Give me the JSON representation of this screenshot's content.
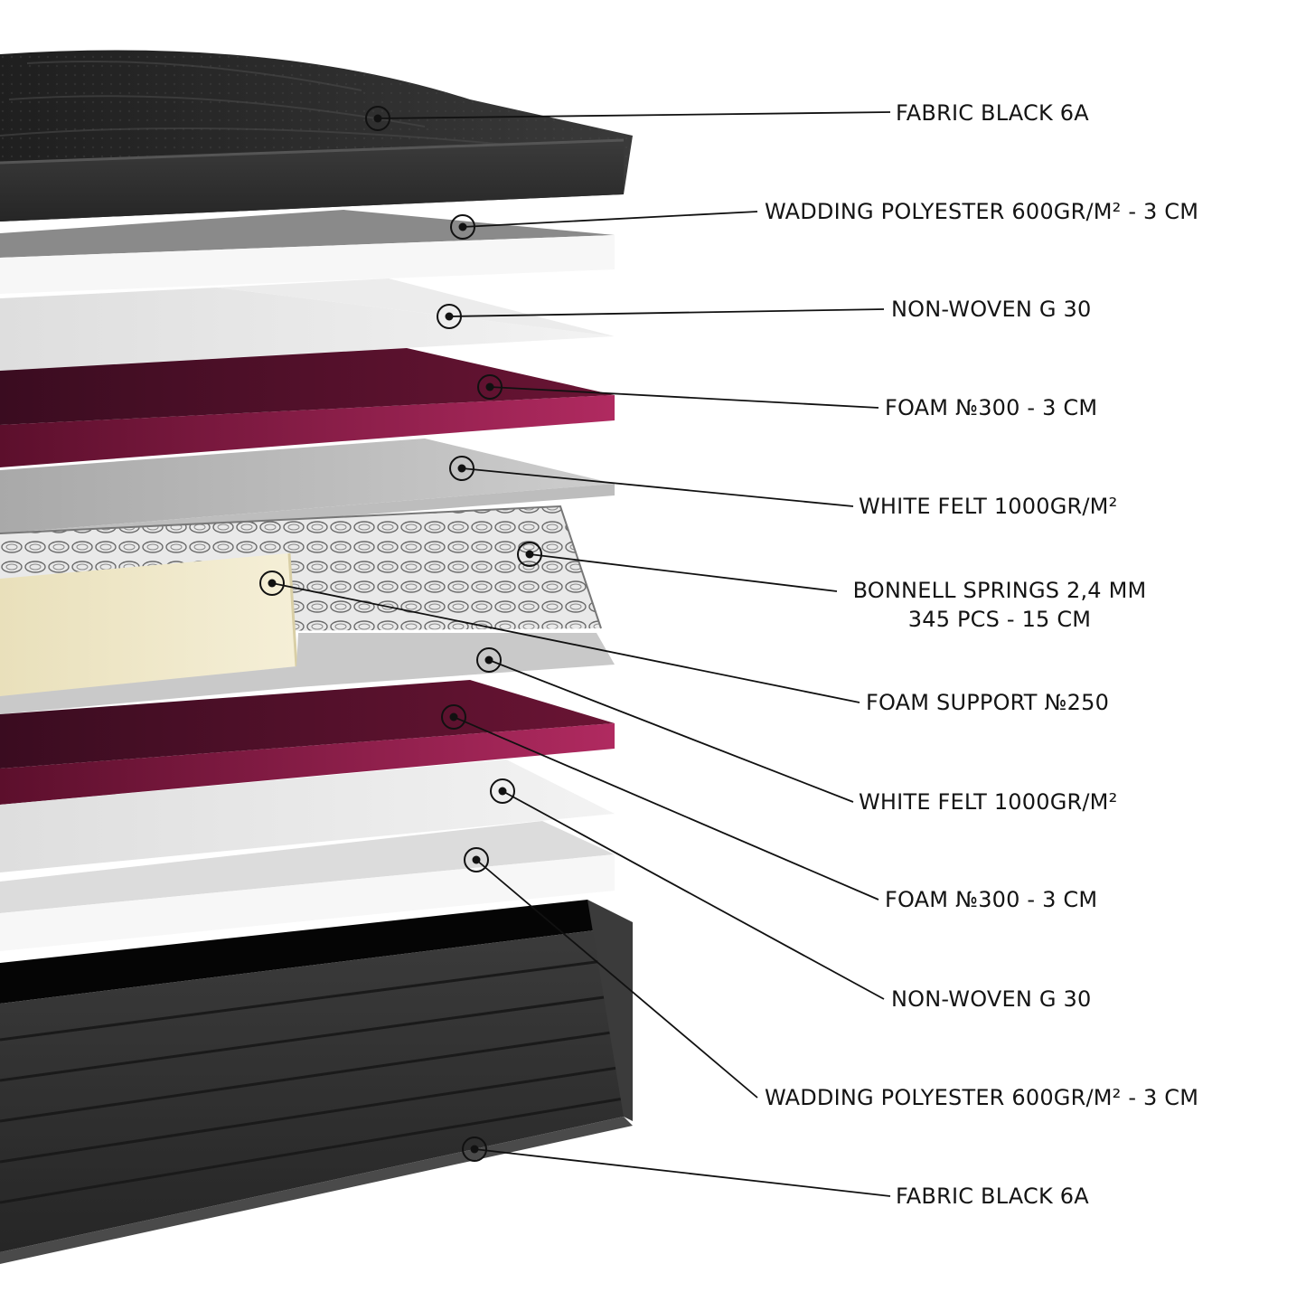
{
  "layers": [
    {
      "id": "top-fabric",
      "label": "FABRIC BLACK 6A",
      "color": "#2a2a2a"
    },
    {
      "id": "top-wadding",
      "label": "WADDING POLYESTER 600GR/M² - 3 CM",
      "color": "#f4f4f4"
    },
    {
      "id": "top-nonwoven",
      "label": "NON-WOVEN G 30",
      "color": "#e6e6e6"
    },
    {
      "id": "top-foam",
      "label": "FOAM №300 - 3 CM",
      "color": "#8c1d4a"
    },
    {
      "id": "top-felt",
      "label": "WHITE FELT 1000GR/M²",
      "color": "#cfcfcf"
    },
    {
      "id": "springs",
      "label_line1": "BONNELL SPRINGS 2,4 MM",
      "label_line2": "345 PCS - 15 CM",
      "color": "#5a5a5a"
    },
    {
      "id": "foam-support",
      "label": "FOAM SUPPORT №250",
      "color": "#efe6c2"
    },
    {
      "id": "bottom-felt",
      "label": "WHITE FELT 1000GR/M²",
      "color": "#cfcfcf"
    },
    {
      "id": "bottom-foam",
      "label": "FOAM №300 - 3 CM",
      "color": "#8c1d4a"
    },
    {
      "id": "bottom-nonwoven",
      "label": "NON-WOVEN G 30",
      "color": "#e6e6e6"
    },
    {
      "id": "bottom-wadding",
      "label": "WADDING POLYESTER 600GR/M² - 3 CM",
      "color": "#f4f4f4"
    },
    {
      "id": "bottom-fabric",
      "label": "FABRIC BLACK 6A",
      "color": "#2a2a2a"
    }
  ]
}
